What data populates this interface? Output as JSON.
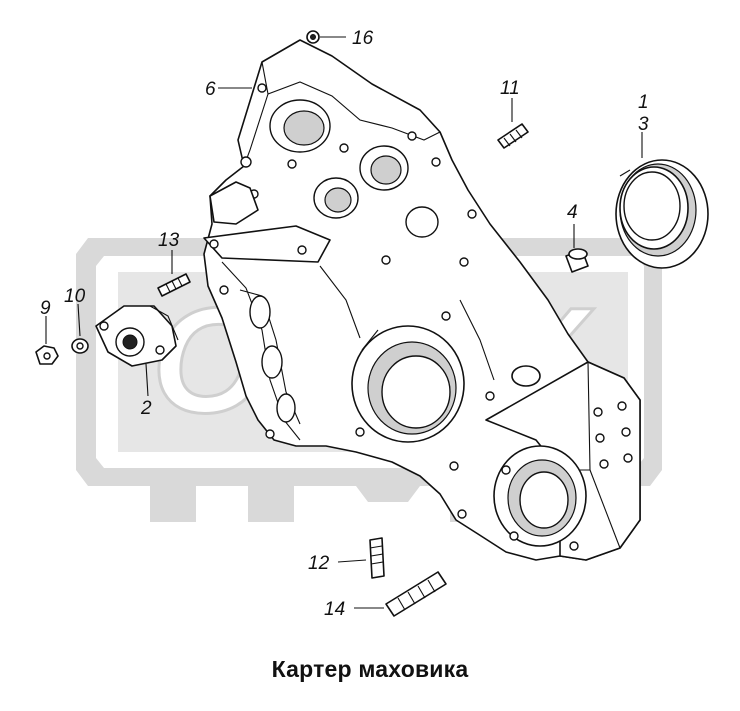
{
  "caption": "Картер маховика",
  "watermark": {
    "text": "ОРЕХ",
    "color": "#d9d9d9"
  },
  "callouts": {
    "c1": "1",
    "c2": "2",
    "c3": "3",
    "c4": "4",
    "c6": "6",
    "c9": "9",
    "c10": "10",
    "c11": "11",
    "c12": "12",
    "c13": "13",
    "c14": "14",
    "c16": "16"
  }
}
